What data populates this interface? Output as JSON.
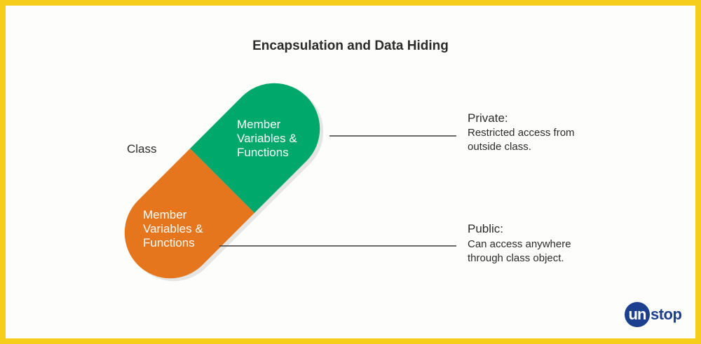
{
  "title": "Encapsulation and Data Hiding",
  "class_label": "Class",
  "capsule": {
    "top_text": "Member\nVariables &\nFunctions",
    "bottom_text": "Member\nVariables &\nFunctions",
    "top_color": "#00a86b",
    "bottom_color": "#e5761e"
  },
  "private": {
    "heading": "Private:",
    "description": "Restricted access from\noutside class."
  },
  "public": {
    "heading": "Public:",
    "description": "Can access anywhere\nthrough class object."
  },
  "logo": {
    "mark": "un",
    "rest": "stop",
    "color": "#1d3f8f"
  },
  "frame_color": "#f7cd1c"
}
